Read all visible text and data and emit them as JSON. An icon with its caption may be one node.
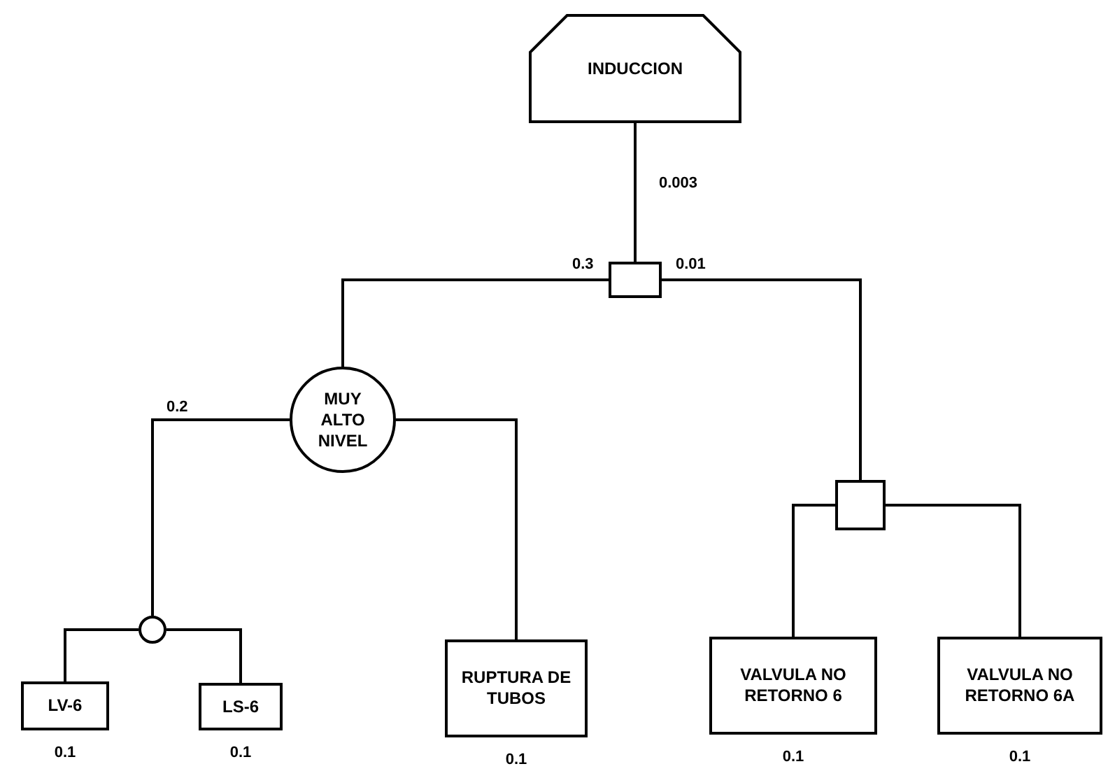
{
  "diagram": {
    "nodes": [
      {
        "text": [
          "INDUCCION"
        ]
      },
      {
        "text": [],
        "shape": "box"
      },
      {
        "text": [
          "MUY ALTO NIVEL"
        ]
      },
      {
        "text": [],
        "shape": "circle"
      },
      {
        "text": [
          "LV-6"
        ],
        "beside": [
          "0.1"
        ]
      },
      {
        "text": [
          "LS-6"
        ],
        "beside": [
          "0.1"
        ]
      },
      {
        "text": [
          "RUPTURA DE TUBOS"
        ],
        "beside": [
          "0.1"
        ]
      },
      {
        "text": [],
        "shape": "box"
      },
      {
        "text": [
          "VALVULA NO RETORNO 6"
        ],
        "beside": [
          "0.1"
        ]
      },
      {
        "text": [
          "VALVULA NO RETORNO 6A"
        ],
        "beside": [
          "0.1"
        ]
      }
    ],
    "edges": [
      {
        "from": 0,
        "to": 1,
        "arrow": "none",
        "label": "0.003"
      },
      {
        "from": 1,
        "to": 2,
        "arrow": "none",
        "label": "0.3"
      },
      {
        "from": 1,
        "to": 7,
        "arrow": "none",
        "label": "0.01"
      },
      {
        "from": 2,
        "to": 3,
        "arrow": "none",
        "label": "0.2"
      },
      {
        "from": 2,
        "to": 6,
        "arrow": "none"
      },
      {
        "from": 3,
        "to": 4,
        "arrow": "none"
      },
      {
        "from": 3,
        "to": 5,
        "arrow": "none"
      },
      {
        "from": 7,
        "to": 8,
        "arrow": "none"
      },
      {
        "from": 7,
        "to": 9,
        "arrow": "none"
      }
    ]
  }
}
